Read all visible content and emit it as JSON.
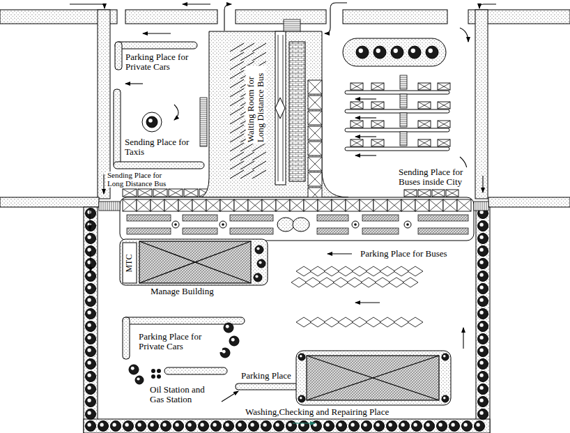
{
  "diagram": {
    "labels": [
      "Parking Place for Private Cars",
      "Sending Place for Taxis",
      "Sending Place for Long Distance Bus",
      "Waiting Room for Long Distance Bus",
      "Sending Place for Buses inside City",
      "MTC",
      "Manage Building",
      "Parking Place for Buses",
      "Parking Place for Private Cars",
      "Oil Station and Gas Station",
      "Parking Place",
      "Washing,Checking and Repairing Place"
    ]
  }
}
